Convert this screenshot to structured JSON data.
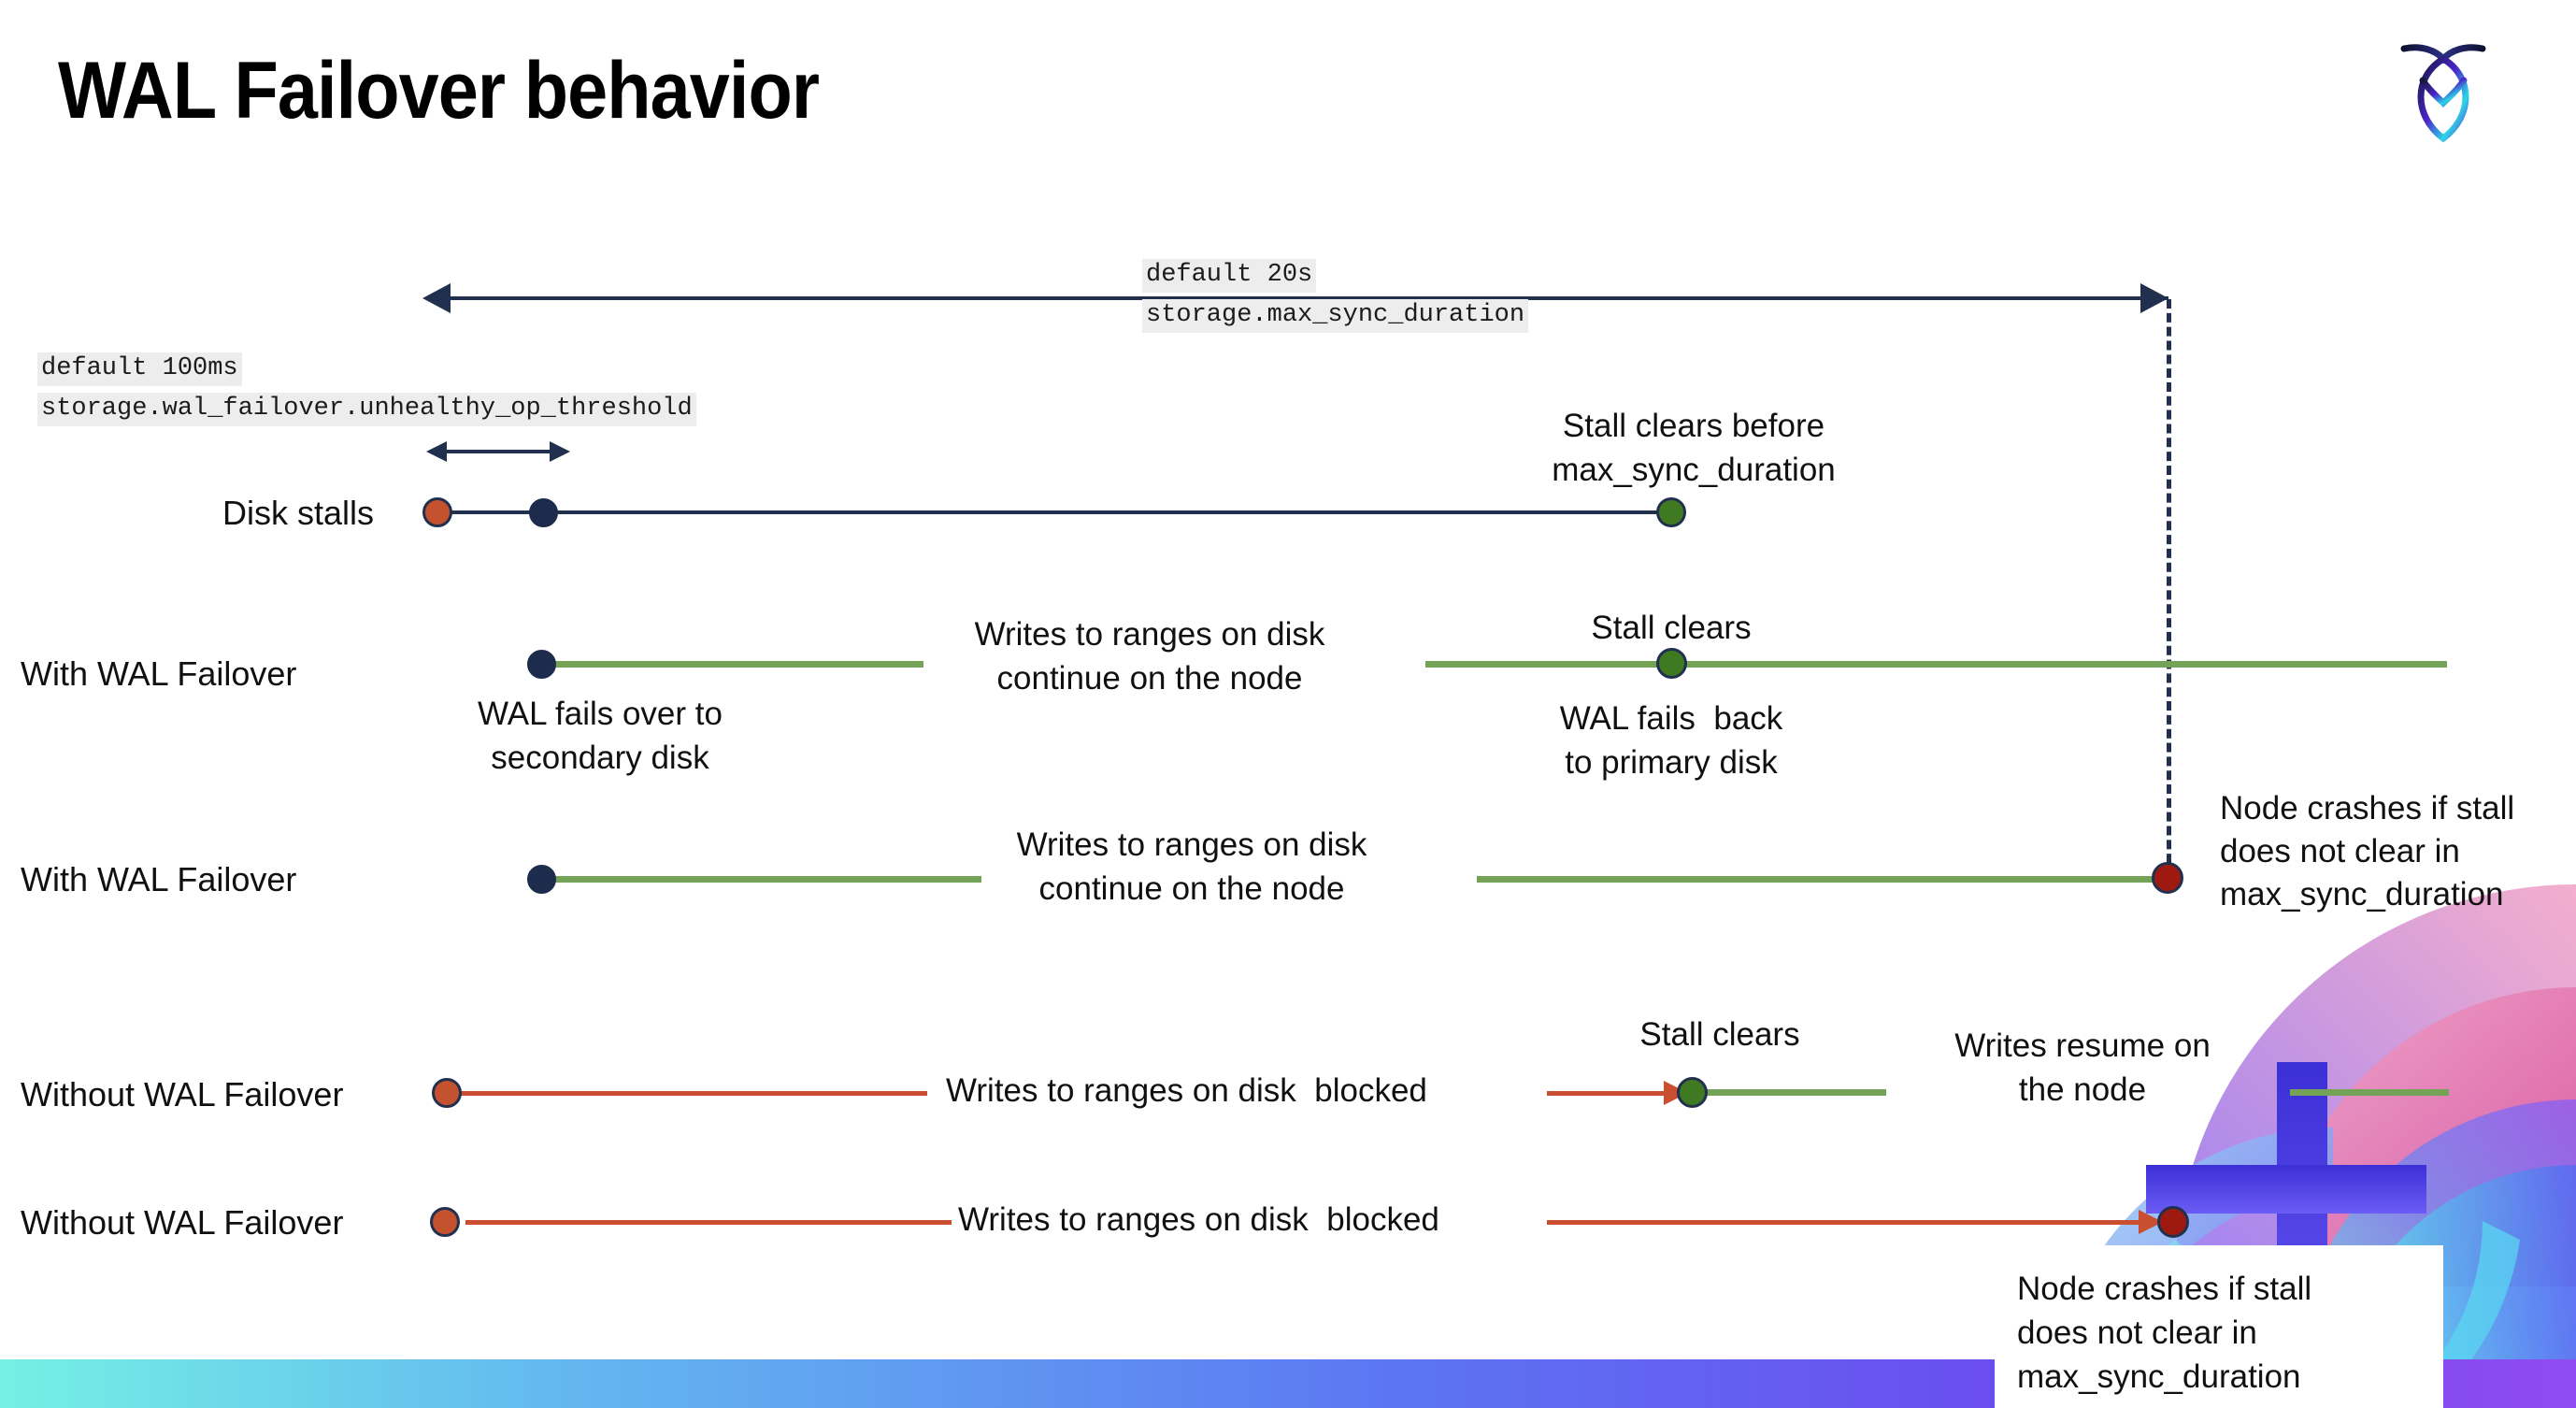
{
  "slide": {
    "title": "WAL Failover behavior",
    "logo_name": "cockroachdb-logo"
  },
  "annotations": {
    "max_sync": {
      "line1": "default 20s",
      "line2": "storage.max_sync_duration"
    },
    "unhealthy": {
      "line1": "default 100ms",
      "line2": "storage.wal_failover.unhealthy_op_threshold"
    }
  },
  "rows": [
    {
      "label": "Disk stalls",
      "note_right": "Stall clears before\nmax_sync_duration"
    },
    {
      "label": "With WAL Failover",
      "note_start": "WAL fails over to\nsecondary disk",
      "note_mid": "Writes to ranges on disk\ncontinue on the node",
      "note_clear": "Stall clears",
      "note_back": "WAL fails  back\nto primary disk"
    },
    {
      "label": "With WAL Failover",
      "note_mid": "Writes to ranges on disk\ncontinue on the node",
      "note_crash": "Node crashes if stall\ndoes not clear in\nmax_sync_duration"
    },
    {
      "label": "Without WAL Failover",
      "note_blocked": "Writes to ranges on disk  blocked",
      "note_clear": "Stall clears",
      "note_resume": "Writes resume on\nthe node"
    },
    {
      "label": "Without WAL Failover",
      "note_blocked": "Writes to ranges on disk  blocked",
      "note_crash": "Node crashes if stall\ndoes not clear in\nmax_sync_duration"
    }
  ],
  "colors": {
    "navy": "#22304f",
    "green_line": "#74a357",
    "green_dot": "#3f7a22",
    "orange_line": "#c94f30",
    "red_dot": "#c4522f",
    "dark_red_dot": "#9e1a10",
    "code_bg": "#ededed"
  }
}
